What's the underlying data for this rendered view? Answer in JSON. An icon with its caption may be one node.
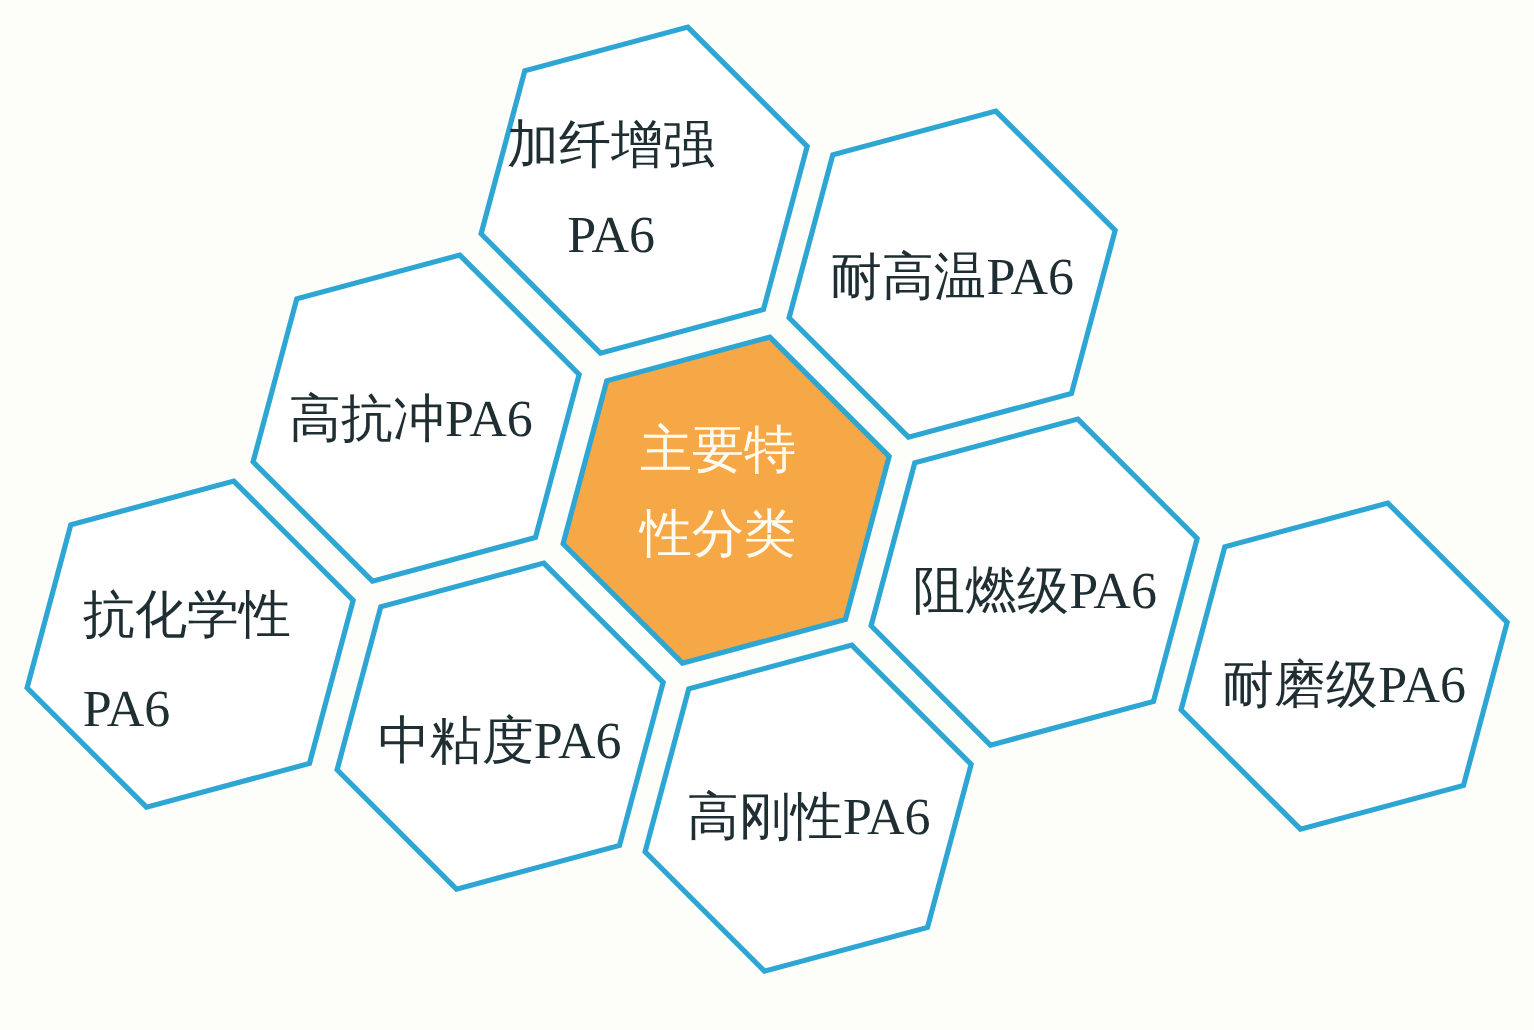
{
  "diagram": {
    "nodes": [
      {
        "text": [
          "加纤增强PA6"
        ]
      },
      {
        "text": [
          "耐高温PA6"
        ]
      },
      {
        "text": [
          "高抗冲PA6"
        ]
      },
      {
        "text": [
          "主要特性分类"
        ]
      },
      {
        "text": [
          "阻燃级PA6"
        ]
      },
      {
        "text": [
          "抗化学性PA6"
        ]
      },
      {
        "text": [
          "中粘度PA6"
        ]
      },
      {
        "text": [
          "耐磨级PA6"
        ]
      },
      {
        "text": [
          "高刚性PA6"
        ]
      }
    ]
  }
}
